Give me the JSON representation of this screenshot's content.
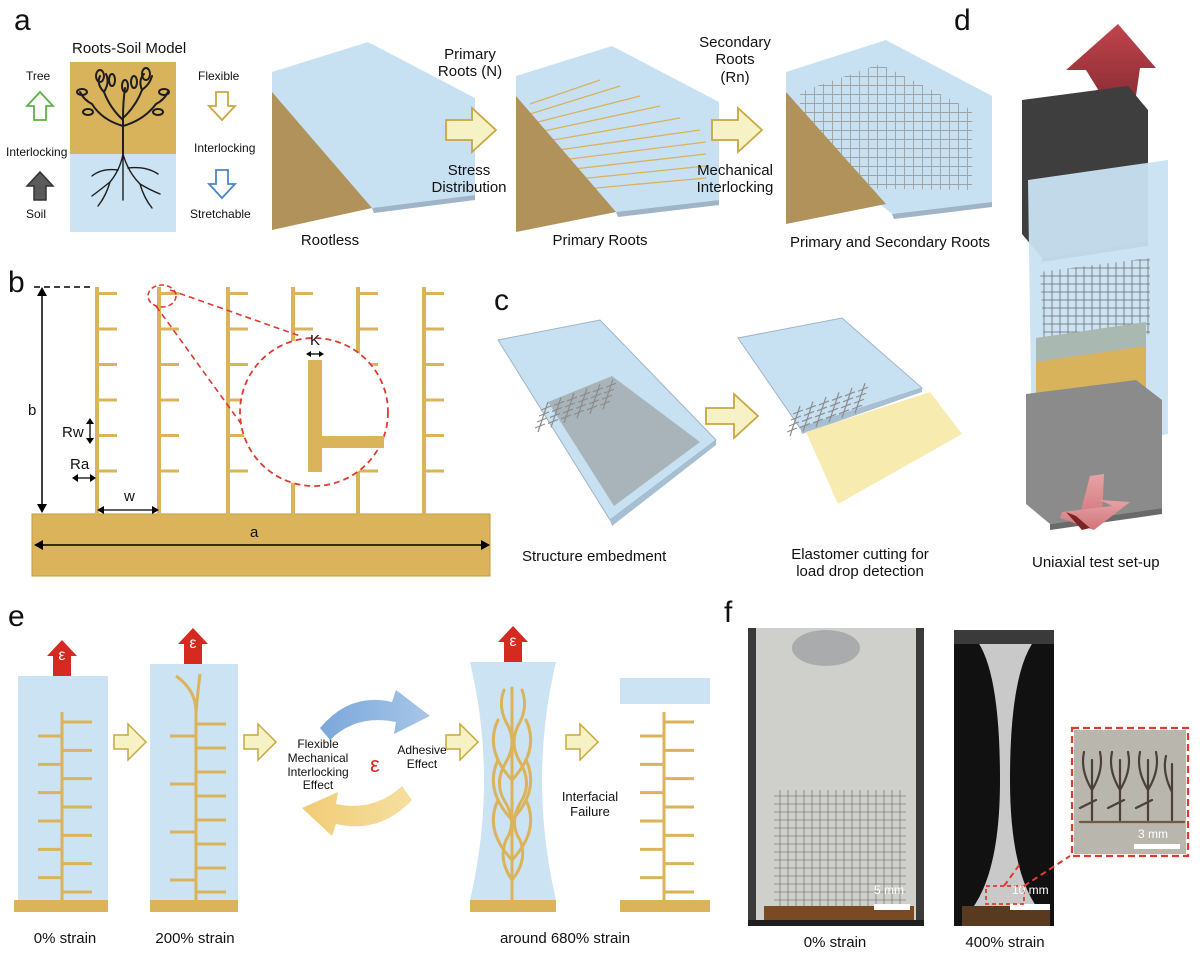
{
  "panels": {
    "a": "a",
    "b": "b",
    "c": "c",
    "d": "d",
    "e": "e",
    "f": "f"
  },
  "colors": {
    "gold": "#dbb35b",
    "soil": "#b4965a",
    "elastomer": "#c6dff1",
    "arrow_fill": "#f7f1c6",
    "arrow_stroke": "#c9a73e",
    "strain_red": "#d42a1f",
    "dash_red": "#e03a2f",
    "tree_green": "#5fb04a",
    "blue_arrow": "#4a86c8"
  },
  "panel_a": {
    "model_title": "Roots-Soil Model",
    "tree": "Tree",
    "interlocking_left": "Interlocking",
    "soil": "Soil",
    "flexible": "Flexible",
    "interlocking_right": "Interlocking",
    "stretchable": "Stretchable",
    "primary_roots_label": [
      "Primary",
      "Roots (N)"
    ],
    "stress_distribution": [
      "Stress",
      "Distribution"
    ],
    "secondary_roots_label": [
      "Secondary",
      "Roots",
      "(Rn)"
    ],
    "mechanical_interlocking": [
      "Mechanical",
      "Interlocking"
    ],
    "captions": [
      "Rootless",
      "Primary Roots",
      "Primary and Secondary Roots"
    ]
  },
  "panel_b": {
    "b": "b",
    "Rw": "Rw",
    "Ra": "Ra",
    "w": "w",
    "a": "a",
    "K": "K"
  },
  "panel_c": {
    "caption1": "Structure embedment",
    "caption2": [
      "Elastomer cutting for",
      "load drop detection"
    ]
  },
  "panel_d": {
    "caption": "Uniaxial test set-up"
  },
  "panel_e": {
    "epsilon": "ε",
    "cycle_left": [
      "Flexible",
      "Mechanical",
      "Interlocking",
      "Effect"
    ],
    "cycle_right": [
      "Adhesive",
      "Effect"
    ],
    "failure": [
      "Interfacial",
      "Failure"
    ],
    "captions": [
      "0% strain",
      "200% strain",
      "around 680% strain"
    ]
  },
  "panel_f": {
    "scale1": "5 mm",
    "scale2": "10 mm",
    "scale3": "3 mm",
    "captions": [
      "0% strain",
      "400% strain"
    ]
  }
}
